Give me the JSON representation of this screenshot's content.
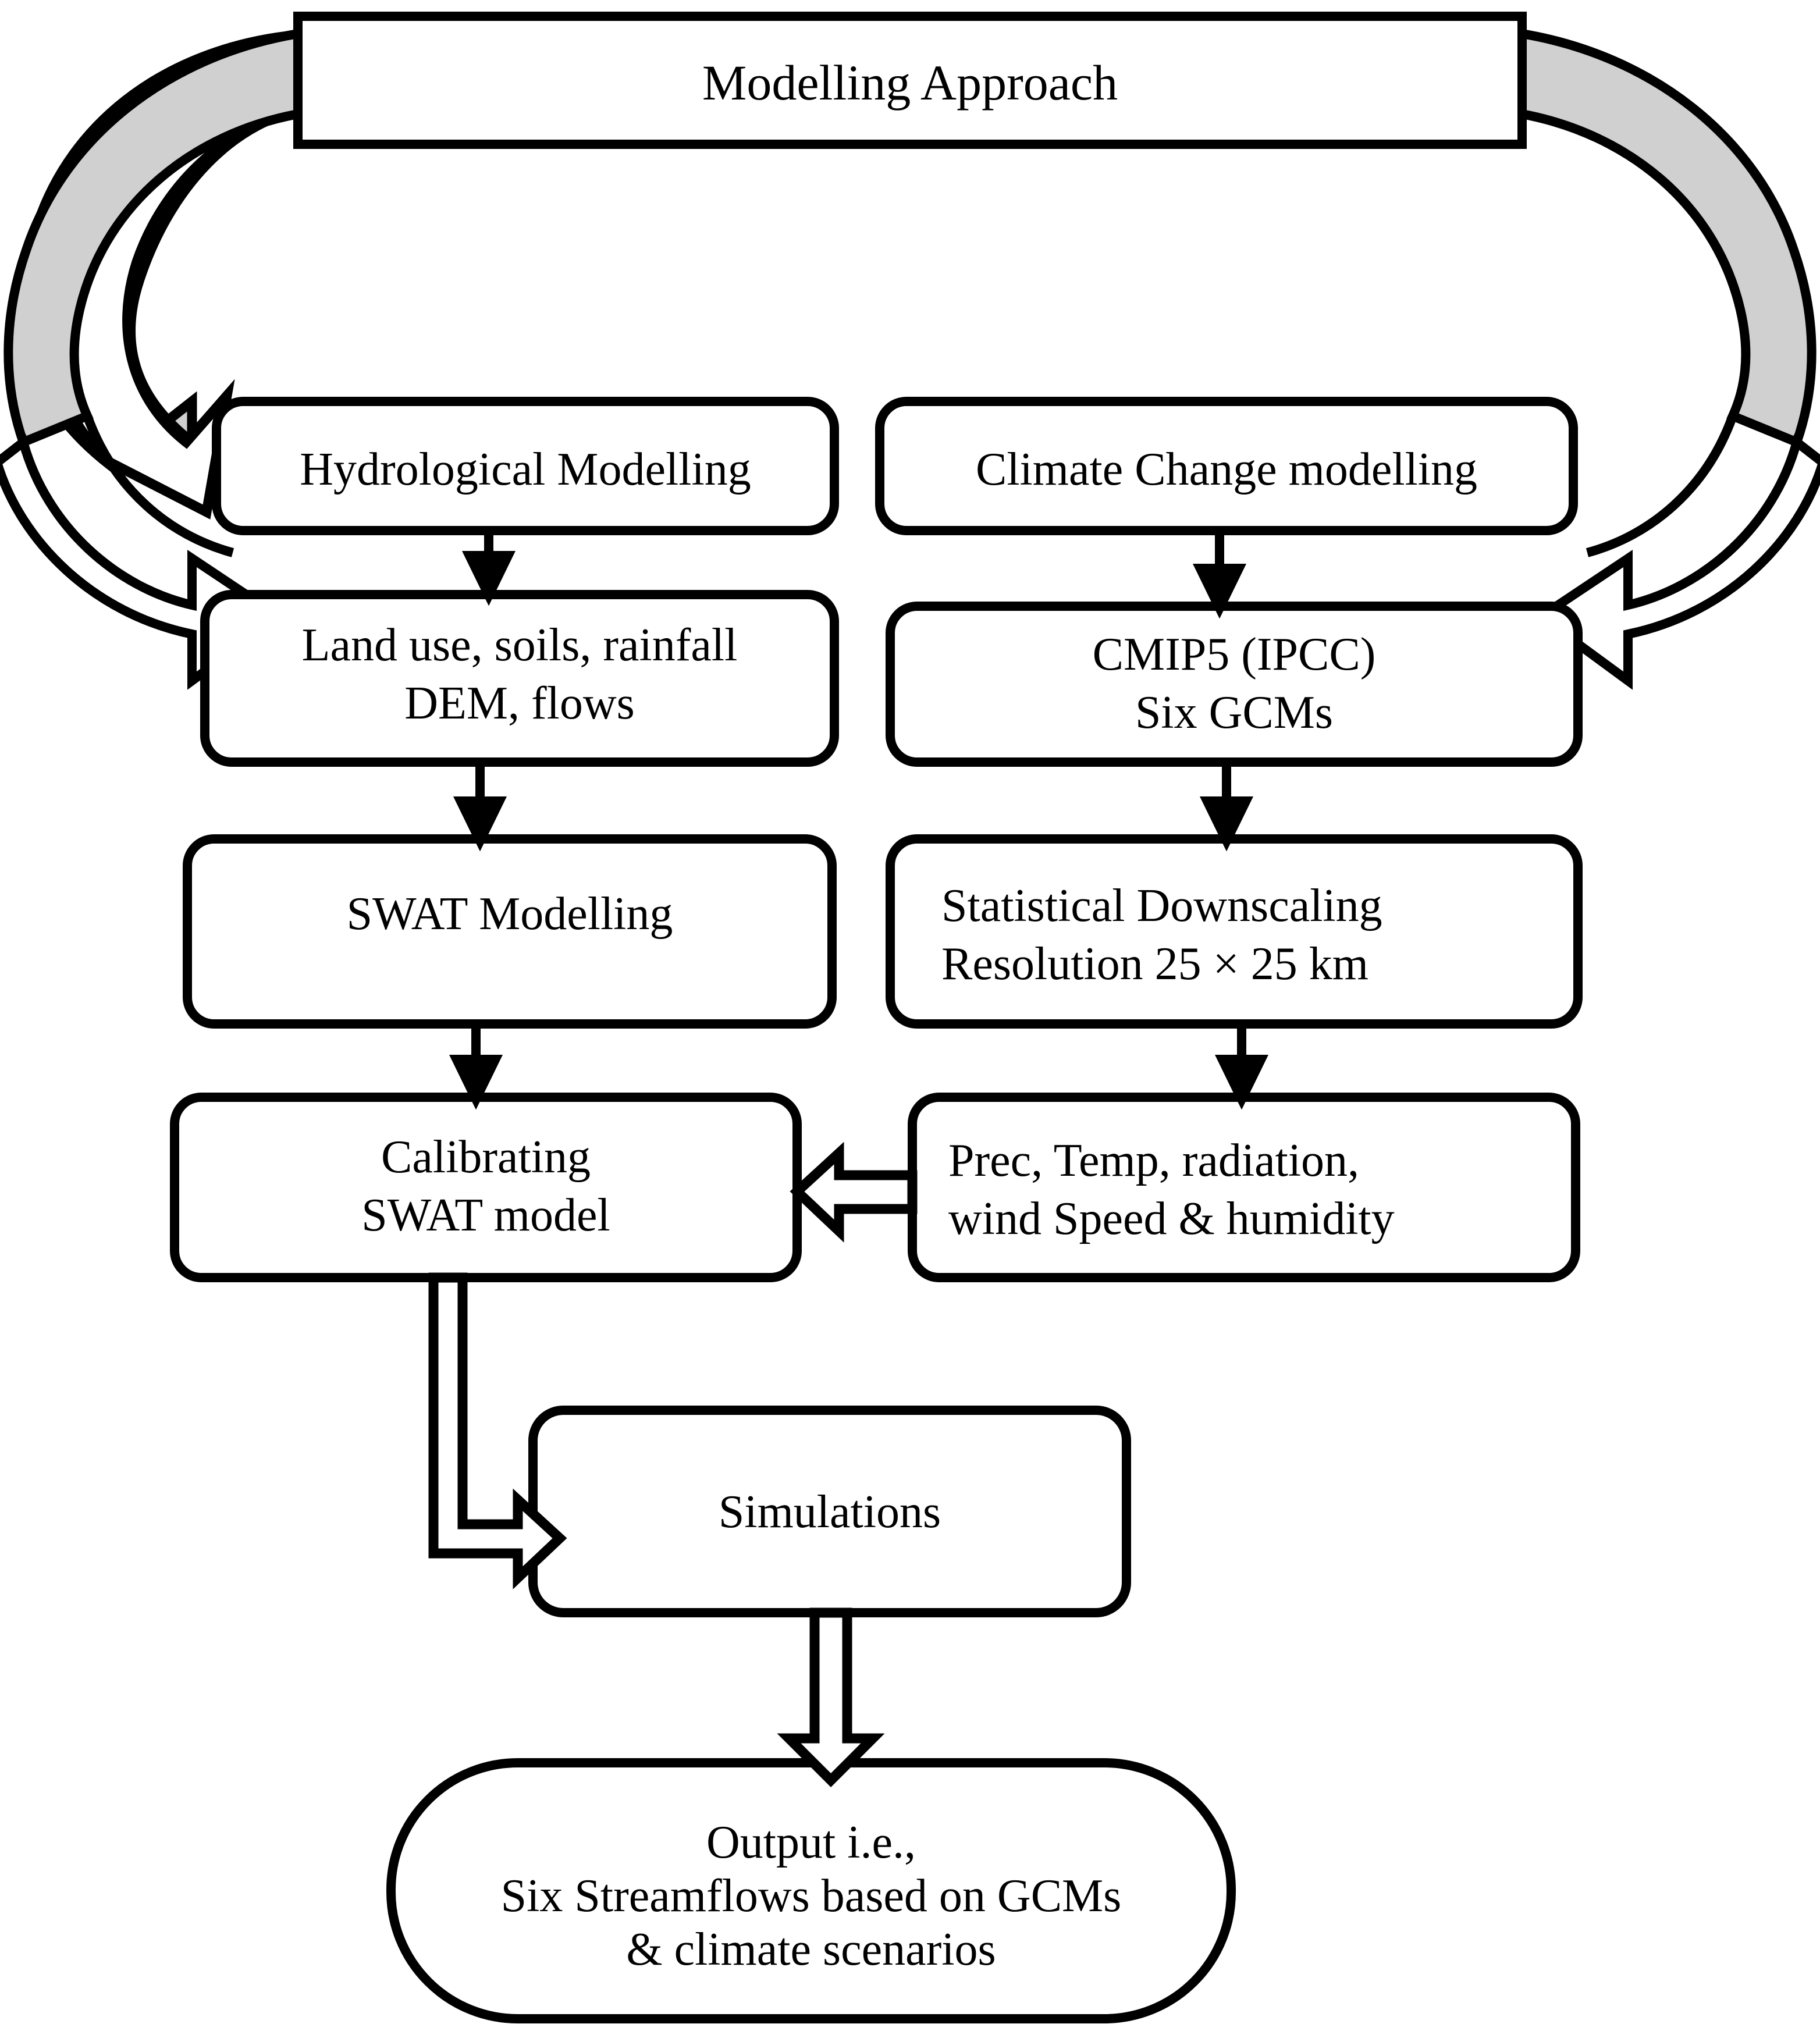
{
  "diagram": {
    "title": "Modelling Approach",
    "type": "flowchart",
    "colors": {
      "stroke": "#000000",
      "fill": "#ffffff",
      "arrow_band_fill": "#d0d0d0",
      "background": "#ffffff"
    },
    "nodes": [
      {
        "id": "title",
        "label": "Modelling Approach",
        "shape": "rectangle"
      },
      {
        "id": "hydro",
        "label": "Hydrological Modelling",
        "shape": "rounded-rectangle"
      },
      {
        "id": "climate",
        "label": "Climate Change modelling",
        "shape": "rounded-rectangle"
      },
      {
        "id": "inputs",
        "label": "Land use, soils, rainfall\nDEM, flows",
        "shape": "rounded-rectangle"
      },
      {
        "id": "cmip5",
        "label": "CMIP5 (IPCC)\nSix GCMs",
        "shape": "rounded-rectangle"
      },
      {
        "id": "swat",
        "label": "SWAT Modelling",
        "shape": "rounded-rectangle"
      },
      {
        "id": "downscaling",
        "label": "Statistical Downscaling\nResolution 25 × 25 km",
        "shape": "rounded-rectangle"
      },
      {
        "id": "calibrating",
        "label": "Calibrating\nSWAT model",
        "shape": "rounded-rectangle"
      },
      {
        "id": "variables",
        "label": "Prec, Temp, radiation,\nwind Speed & humidity",
        "shape": "rounded-rectangle"
      },
      {
        "id": "simulations",
        "label": "Simulations",
        "shape": "rounded-rectangle"
      },
      {
        "id": "output",
        "label": "Output i.e.,\nSix Streamflows based on GCMs\n& climate scenarios",
        "shape": "stadium"
      }
    ],
    "edges": [
      {
        "from": "title",
        "to": "hydro",
        "style": "curved-block-arrow"
      },
      {
        "from": "title",
        "to": "climate",
        "style": "curved-block-arrow"
      },
      {
        "from": "hydro",
        "to": "inputs",
        "style": "solid-arrow"
      },
      {
        "from": "inputs",
        "to": "swat",
        "style": "solid-arrow"
      },
      {
        "from": "swat",
        "to": "calibrating",
        "style": "solid-arrow"
      },
      {
        "from": "climate",
        "to": "cmip5",
        "style": "solid-arrow"
      },
      {
        "from": "cmip5",
        "to": "downscaling",
        "style": "solid-arrow"
      },
      {
        "from": "downscaling",
        "to": "variables",
        "style": "solid-arrow"
      },
      {
        "from": "variables",
        "to": "calibrating",
        "style": "outline-arrow-left"
      },
      {
        "from": "calibrating",
        "to": "simulations",
        "style": "outline-arrow-elbow"
      },
      {
        "from": "simulations",
        "to": "output",
        "style": "outline-arrow-down"
      }
    ]
  },
  "text": {
    "title": "Modelling Approach",
    "hydro": "Hydrological Modelling",
    "climate": "Climate Change modelling",
    "inputs_line1": "Land use, soils, rainfall",
    "inputs_line2": "DEM, flows",
    "cmip5_line1": "CMIP5 (IPCC)",
    "cmip5_line2": "Six GCMs",
    "swat": "SWAT Modelling",
    "downscaling_line1": "Statistical Downscaling",
    "downscaling_line2": "Resolution 25 × 25 km",
    "calibrating_line1": "Calibrating",
    "calibrating_line2": "SWAT model",
    "variables_line1": "Prec, Temp, radiation,",
    "variables_line2": "wind Speed & humidity",
    "simulations": "Simulations",
    "output_line1": "Output i.e.,",
    "output_line2": "Six Streamflows based on GCMs",
    "output_line3": "& climate scenarios"
  }
}
